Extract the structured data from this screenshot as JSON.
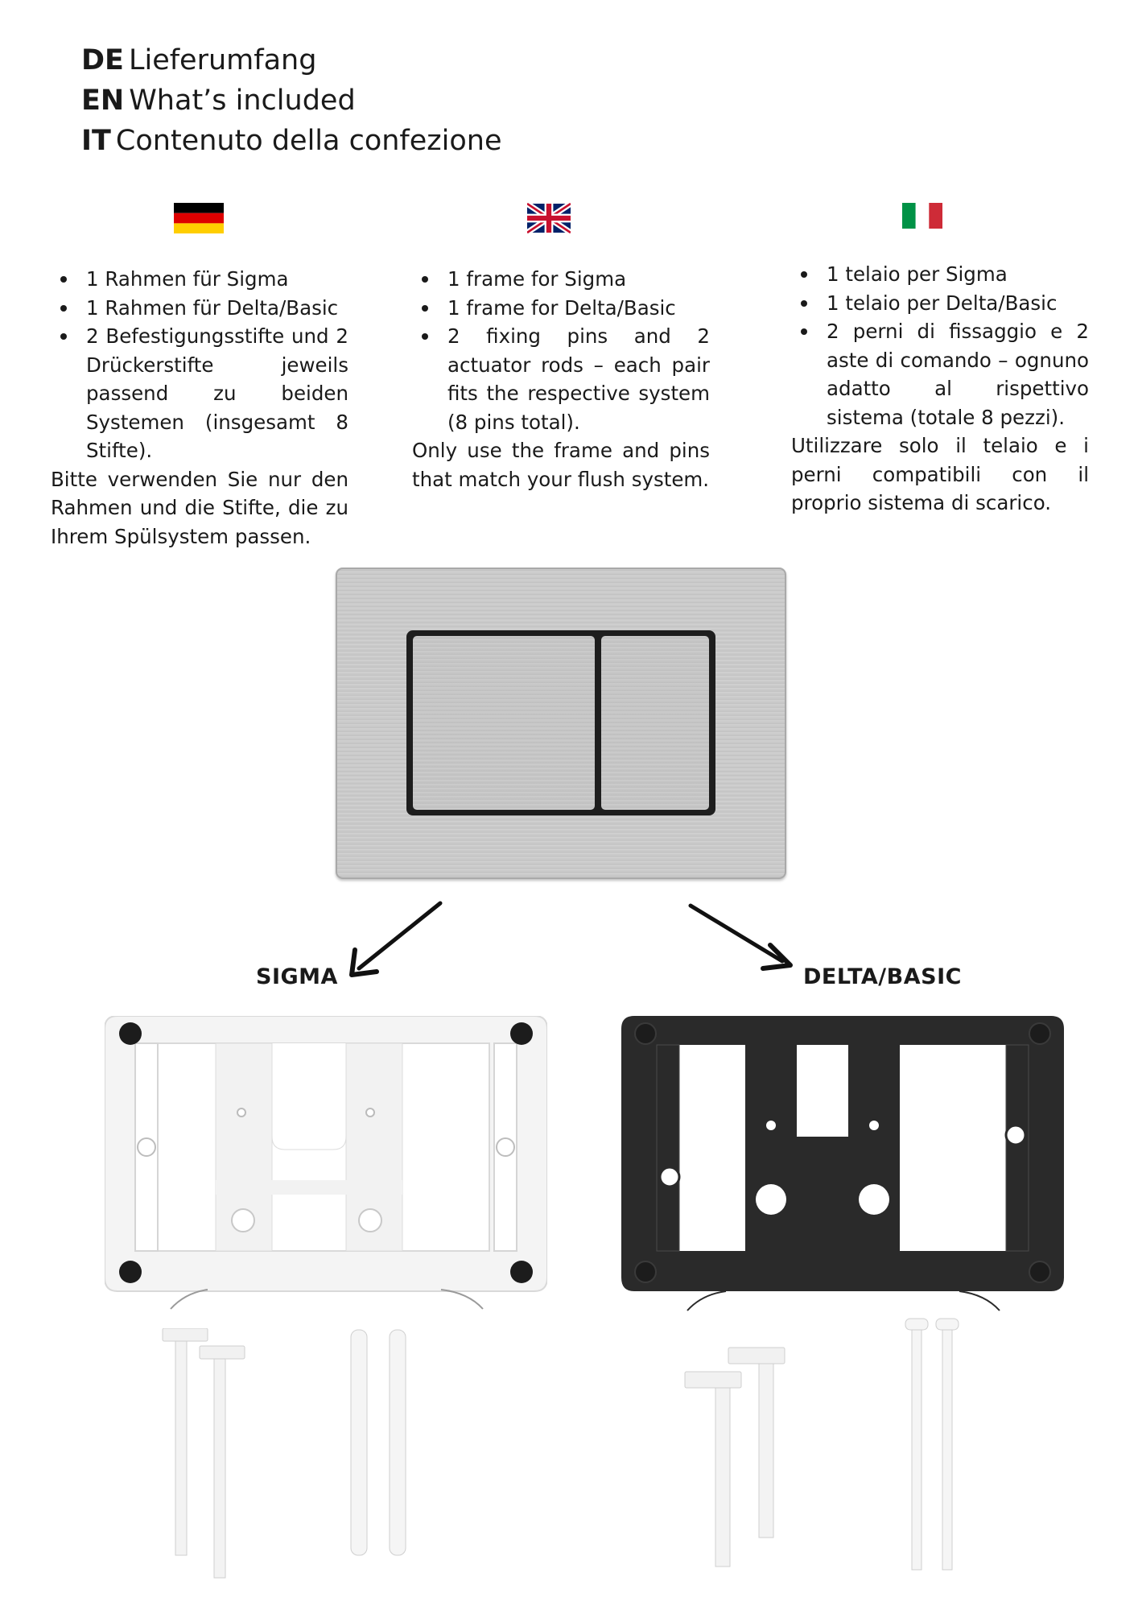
{
  "headings": [
    {
      "code": "DE",
      "text": "Lieferumfang"
    },
    {
      "code": "EN",
      "text": "What’s included"
    },
    {
      "code": "IT",
      "text": "Contenuto della confezione"
    }
  ],
  "columns": {
    "de": {
      "flag_icon": "german-flag-icon",
      "bullets": [
        "1 Rahmen für Sigma",
        "1 Rahmen für Delta/Basic",
        "2 Befestigungsstifte und 2 Drückerstifte jeweils passend zu beiden Systemen (insgesamt 8 Stifte)."
      ],
      "note": "Bitte verwenden Sie nur den Rahmen und die Stifte, die zu Ihrem Spülsystem passen."
    },
    "en": {
      "flag_icon": "uk-flag-icon",
      "bullets": [
        "1 frame for Sigma",
        "1 frame for Delta/Basic",
        "2 fixing pins and 2 actuator rods – each pair fits the respective system (8 pins total)."
      ],
      "note": "Only use the frame and pins that match your flush system."
    },
    "it": {
      "flag_icon": "italian-flag-icon",
      "bullets": [
        "1 telaio per Sigma",
        "1 telaio per Delta/Basic",
        "2 perni di fissaggio e 2 aste di comando – ognuno adatto al rispettivo sistema (totale 8 pezzi)."
      ],
      "note": "Utilizzare solo il telaio e i perni compatibili con il proprio sistema di scarico."
    }
  },
  "systems": {
    "left_label": "SIGMA",
    "right_label": "DELTA/BASIC"
  },
  "colors": {
    "text": "#1a1a1a",
    "sigma_frame": "#ffffff",
    "delta_frame": "#2a2a2a",
    "plate": "#c9c9c9"
  }
}
